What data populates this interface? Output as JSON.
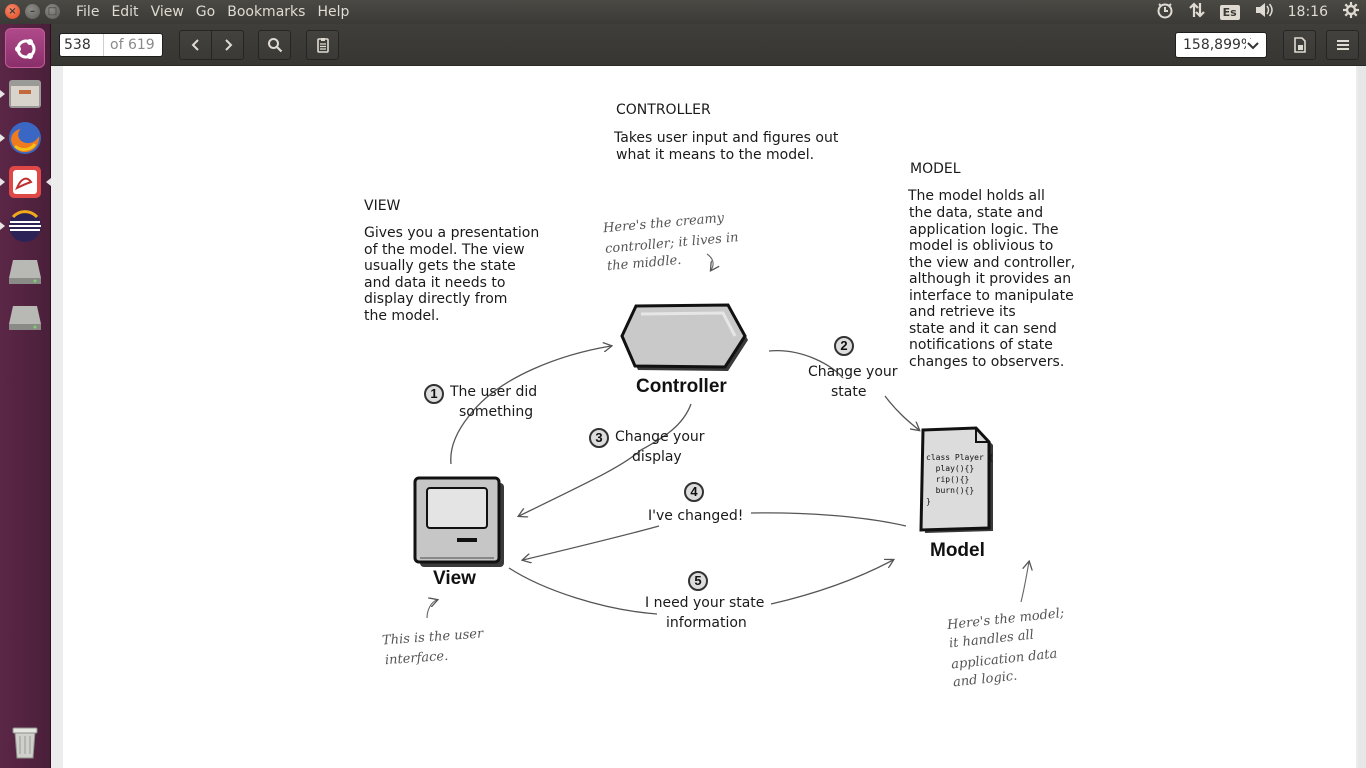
{
  "menubar": {
    "menus": [
      "File",
      "Edit",
      "View",
      "Go",
      "Bookmarks",
      "Help"
    ],
    "keyboard_layout": "Es",
    "clock": "18:16",
    "tray_icons": [
      "timer-icon",
      "network-arrows-icon",
      "keyboard-layout-icon",
      "volume-icon",
      "clock",
      "settings-gear-icon"
    ]
  },
  "launcher": {
    "items": [
      "ubuntu-dash-icon",
      "files-icon",
      "firefox-icon",
      "evince-document-viewer-icon",
      "eclipse-icon",
      "drive-icon",
      "drive-icon",
      "trash-icon"
    ]
  },
  "toolbar": {
    "page_current": "538",
    "page_total_label": "of 619",
    "zoom_value": "158,899%",
    "colors": {
      "toolbar_bg": "#3c3b37",
      "launcher_bg": "#5b2746"
    }
  },
  "document": {
    "controller_heading": "CONTROLLER",
    "controller_desc": [
      "Takes user input and figures out",
      "what it means to the model."
    ],
    "model_heading": "MODEL",
    "model_desc": [
      "The model holds all",
      "the data, state and",
      "application logic.  The",
      "model is oblivious to",
      "the view and controller,",
      "although it provides an",
      "interface to manipulate",
      "and retrieve its",
      "state and it can send",
      "notifications of state",
      "changes to observers."
    ],
    "view_heading": "VIEW",
    "view_desc": [
      "Gives you a presentation",
      "of the model. The view",
      "usually gets the state",
      "and data it needs to",
      "display directly from",
      "the model."
    ],
    "note_controller": [
      "Here's the creamy",
      "controller; it lives in",
      "the middle."
    ],
    "note_view": [
      "This is the user",
      "interface."
    ],
    "note_model": [
      "Here's the model;",
      "it handles all",
      "application data",
      "and logic."
    ],
    "label_controller": "Controller",
    "label_view": "View",
    "label_model": "Model",
    "code_lines": [
      "class Player {",
      "  play(){}",
      "  rip(){}",
      "  burn(){}",
      "}"
    ],
    "steps": [
      {
        "num": "1",
        "lines": [
          "The user did",
          "something"
        ]
      },
      {
        "num": "2",
        "lines": [
          "Change your",
          "state"
        ]
      },
      {
        "num": "3",
        "lines": [
          "Change your",
          "display"
        ]
      },
      {
        "num": "4",
        "lines": [
          "I've changed!"
        ]
      },
      {
        "num": "5",
        "lines": [
          "I need your state",
          "information"
        ]
      }
    ]
  }
}
